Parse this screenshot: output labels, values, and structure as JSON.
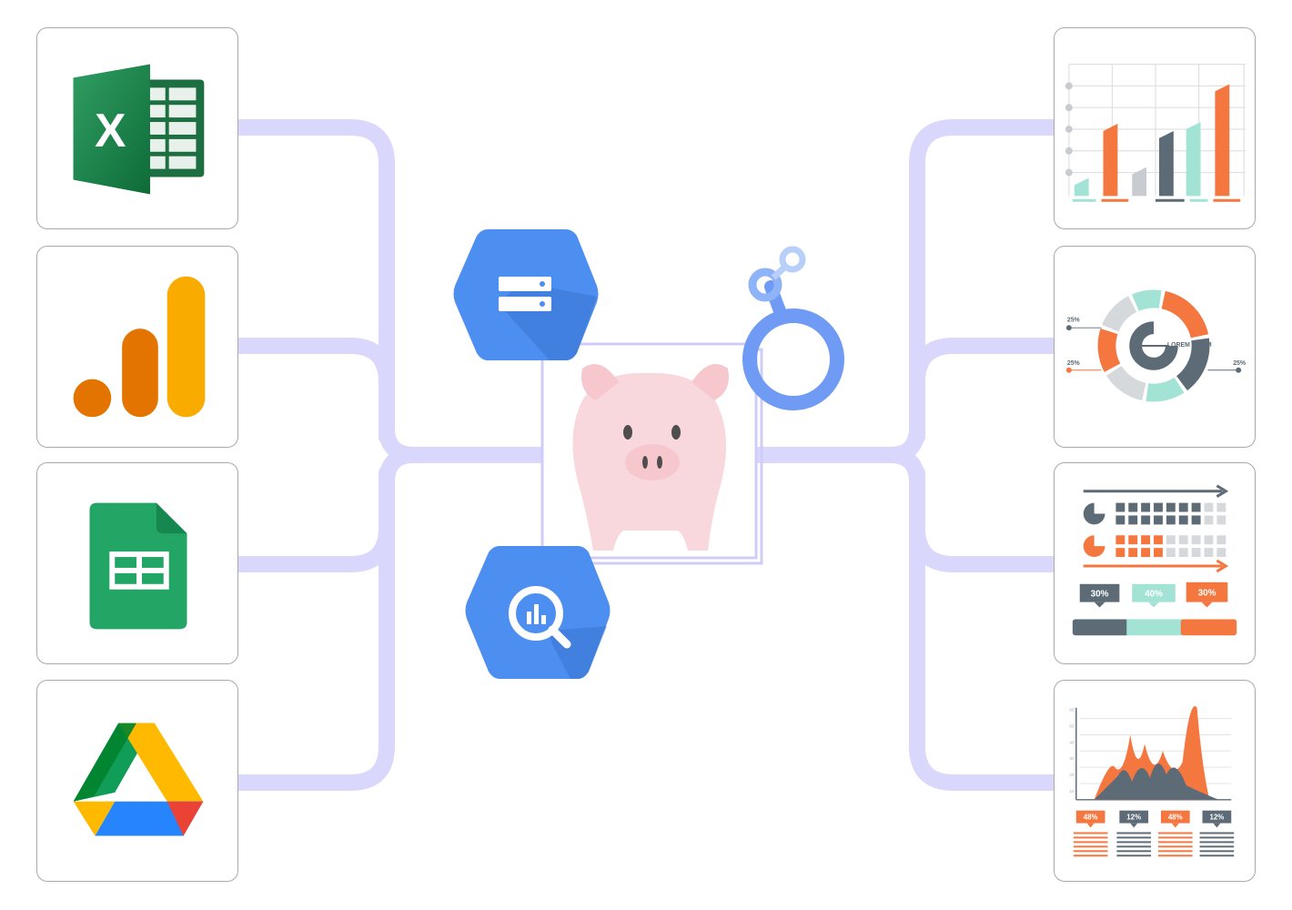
{
  "sources": [
    {
      "id": "excel",
      "glyph": "X"
    },
    {
      "id": "google-analytics"
    },
    {
      "id": "google-sheets"
    },
    {
      "id": "google-drive"
    }
  ],
  "center": {
    "hub": "piggy-bank"
  },
  "services": [
    {
      "id": "cloud-sql"
    },
    {
      "id": "bigquery"
    },
    {
      "id": "looker-studio"
    }
  ],
  "outputs": [
    {
      "id": "bar-chart"
    },
    {
      "id": "donut-chart",
      "caption": "LOREM IPSUM",
      "pct_top_left": "25%",
      "pct_left": "25%",
      "pct_right": "25%"
    },
    {
      "id": "progress-infographic",
      "pct_1": "30%",
      "pct_2": "40%",
      "pct_3": "30%"
    },
    {
      "id": "area-chart",
      "pct_1": "48%",
      "pct_2": "12%",
      "pct_3": "48%",
      "pct_4": "12%",
      "axis_ticks": [
        "60",
        "50",
        "40",
        "30",
        "20",
        "10"
      ]
    }
  ],
  "colors": {
    "connector": "#d9d7fb",
    "card_border": "#a9a9a9",
    "orange": "#f47740",
    "slate": "#5d6b77",
    "mint": "#a3e3d6",
    "gcp_blue": "#4d8ef1",
    "pig": "#f8d8dc"
  }
}
